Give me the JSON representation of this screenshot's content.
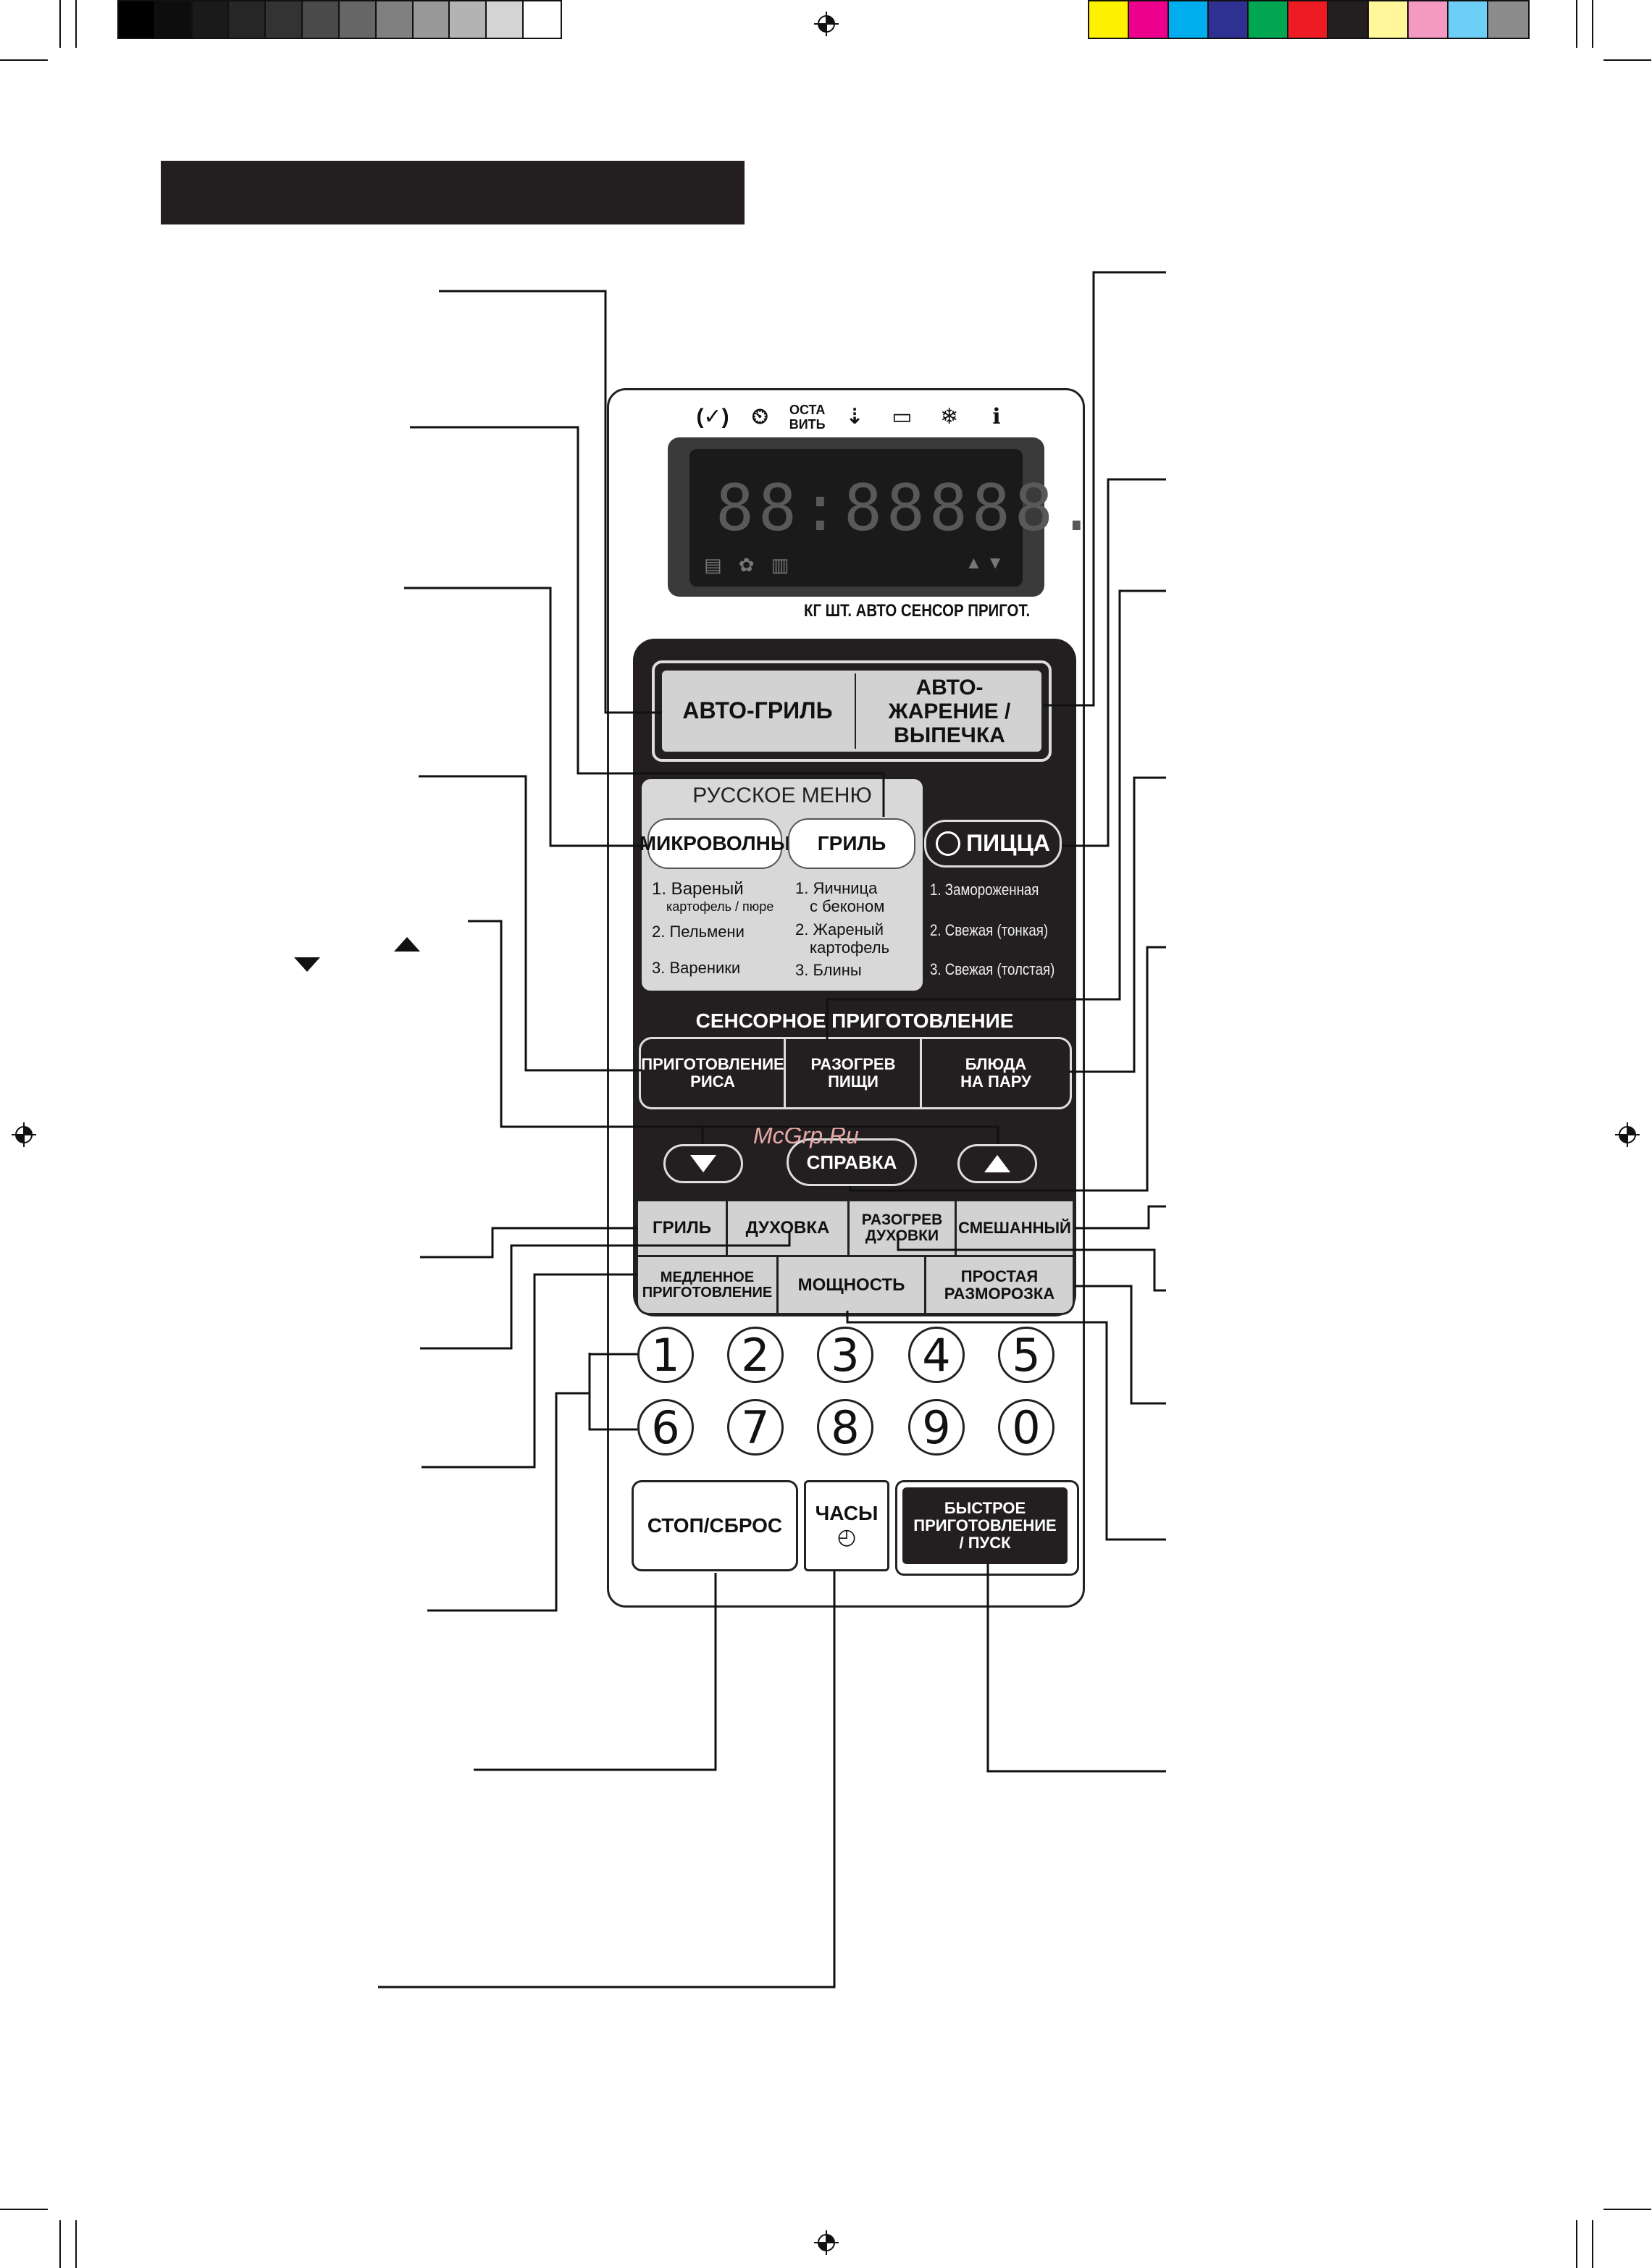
{
  "colors": {
    "gray_bar": [
      "#000000",
      "#0d0d0d",
      "#1a1a1a",
      "#262626",
      "#333333",
      "#4a4a4a",
      "#666666",
      "#808080",
      "#999999",
      "#b3b3b3",
      "#d4d4d4",
      "#ffffff"
    ],
    "color_bar": [
      "#fff200",
      "#ec008c",
      "#00aeef",
      "#2e3192",
      "#00a651",
      "#ed1c24",
      "#231f20",
      "#fff799",
      "#f49ac1",
      "#6dcff6",
      "#8c8c8c"
    ],
    "panel_black": "#231f20",
    "button_grey": "#d2d2d2"
  },
  "indicators": {
    "icon1": "(✓)",
    "icon2": "⏲",
    "ostavit": [
      "ОСТА",
      "ВИТЬ"
    ],
    "icon4": "⇣",
    "icon5": "▭",
    "icon6": "❄",
    "icon7": "ℹ"
  },
  "display": {
    "digits": "88:88888.",
    "arrows": "▲▼",
    "icons": "▤ ✿ ▥",
    "labels": "КГ  ШТ.  АВТО  СЕНСОР  ПРИГОТ."
  },
  "auto": {
    "grill": "АВТО-ГРИЛЬ",
    "roast": "АВТО-ЖАРЕНИЕ /ВЫПЕЧКА"
  },
  "russian_menu": {
    "title": "РУССКОЕ МЕНЮ",
    "microwave": "МИКРОВОЛНЫ",
    "grill": "ГРИЛЬ",
    "left_items": [
      "1. Вареный",
      "картофель / пюре",
      "2. Пельмени",
      "3. Вареники"
    ],
    "right_items": [
      "1. Яичница",
      "с беконом",
      "2. Жареный",
      "картофель",
      "3. Блины"
    ]
  },
  "pizza": {
    "label": "ПИЦЦА",
    "items": [
      "1. Замороженная",
      "2. Свежая (тонкая)",
      "3. Свежая (толстая)"
    ]
  },
  "sensor": {
    "title": "СЕНСОРНОЕ  ПРИГОТОВЛЕНИЕ",
    "rice": "ПРИГОТОВЛЕНИЕ РИСА",
    "reheat": "РАЗОГРЕВ ПИЩИ",
    "steam": "БЛЮДА НА ПАРУ"
  },
  "nav": {
    "help": "СПРАВКА"
  },
  "modes": {
    "grill": "ГРИЛЬ",
    "oven": "ДУХОВКА",
    "preheat": "РАЗОГРЕВ ДУХОВКИ",
    "mixed": "СМЕШАННЫЙ",
    "slow": "МЕДЛЕННОЕ ПРИГОТОВЛЕНИЕ",
    "power": "МОЩНОСТЬ",
    "defrost": "ПРОСТАЯ РАЗМОРОЗКА"
  },
  "keypad": [
    "1",
    "2",
    "3",
    "4",
    "5",
    "6",
    "7",
    "8",
    "9",
    "0"
  ],
  "controls": {
    "stop": "СТОП/СБРОС",
    "clock": "ЧАСЫ",
    "clock_icon": "◴",
    "start": "БЫСТРОЕ ПРИГОТОВЛЕНИЕ / ПУСК"
  },
  "watermark": "McGrp.Ru"
}
